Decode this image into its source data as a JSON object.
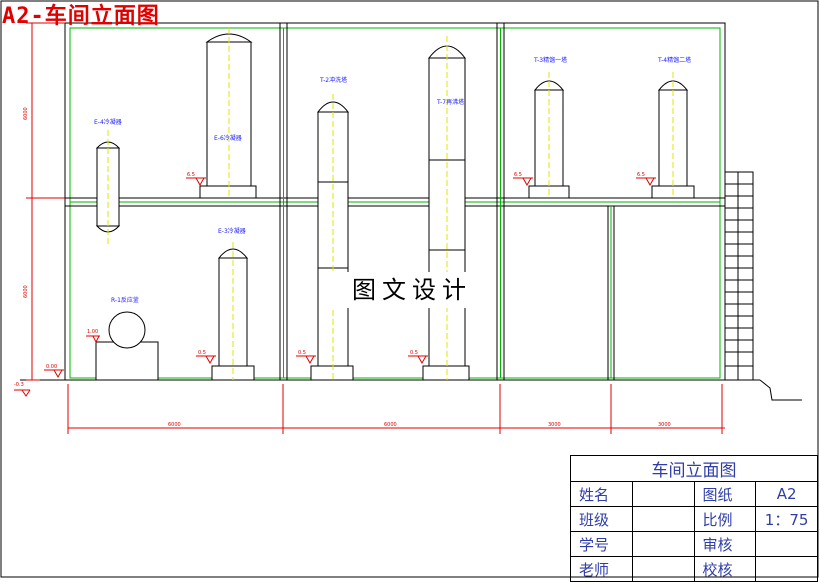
{
  "sheet_title": "A2-车间立面图",
  "watermark": "图文设计",
  "equipment": {
    "e4": "E-4冷凝器",
    "e6": "E-6冷凝器",
    "t2": "T-2冲洗塔",
    "t7": "T-7再沸塔",
    "t3": "T-3精馏一塔",
    "t4": "T-4精馏二塔",
    "e3": "E-3冷凝器",
    "r1": "R-1反应釜"
  },
  "elevations": {
    "floor2_eq": "6.5",
    "r1_top": "1.00",
    "ground_eq": "0.5",
    "floor": "0.00",
    "outside": "-0.3"
  },
  "dimensions": {
    "vertical_upper": "6000",
    "vertical_lower": "6000",
    "bay1": "6000",
    "bay2": "6000",
    "bay3": "3000",
    "bay4": "3000"
  },
  "title_block": {
    "title": "车间立面图",
    "name_label": "姓名",
    "name_value": "",
    "drawing_label": "图纸",
    "drawing_value": "A2",
    "class_label": "班级",
    "class_value": "",
    "scale_label": "比例",
    "scale_value": "1：75",
    "student_id_label": "学号",
    "student_id_value": "",
    "review_label": "审核",
    "review_value": "",
    "teacher_label": "老师",
    "teacher_value": "",
    "check_label": "校核",
    "check_value": ""
  },
  "colors": {
    "wall": "#000000",
    "wall_lining": "#00b400",
    "dimension": "#e00000",
    "centerline": "#e6e600",
    "label": "#1a1aff",
    "elevation_mark": "#e00000"
  }
}
